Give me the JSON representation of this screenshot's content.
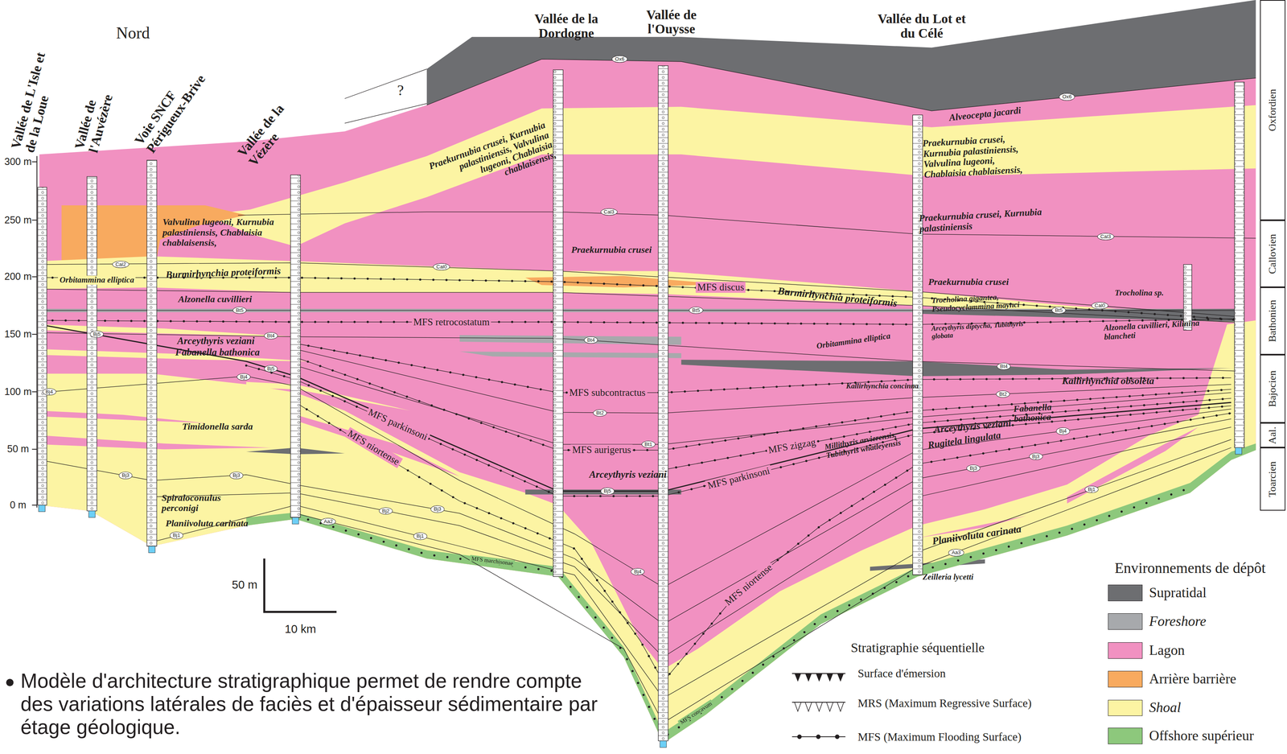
{
  "diagram": {
    "caption": "Modèle d'architecture stratigraphique permet de rendre compte des variations latérales de faciès et d'épaisseur sédimentaire par étage géologique.",
    "nodes": [
      {
        "text": [
          "Oxfordien"
        ]
      },
      {
        "text": [
          "Callovien"
        ]
      },
      {
        "text": [
          "Bathonien"
        ]
      },
      {
        "text": [
          "Bajocien"
        ]
      },
      {
        "text": [
          "Aal."
        ]
      },
      {
        "text": [
          "Toarcien"
        ]
      },
      {
        "text": [
          "Ox6"
        ]
      },
      {
        "text": [
          "Ox6"
        ]
      },
      {
        "text": [
          "Cal3"
        ]
      },
      {
        "text": [
          "Cal3"
        ]
      },
      {
        "text": [
          "Cal2"
        ]
      },
      {
        "text": [
          "Cal0"
        ]
      },
      {
        "text": [
          "Cal0"
        ]
      },
      {
        "text": [
          "Bt5"
        ]
      },
      {
        "text": [
          "Bt5"
        ]
      },
      {
        "text": [
          "Bt5"
        ]
      },
      {
        "text": [
          "Bt4"
        ]
      },
      {
        "text": [
          "Bt4"
        ]
      },
      {
        "text": [
          "Bt4"
        ]
      },
      {
        "text": [
          "Bj5"
        ]
      },
      {
        "text": [
          "Bj5"
        ]
      },
      {
        "text": [
          "Bj4"
        ]
      },
      {
        "text": [
          "Bj4"
        ]
      },
      {
        "text": [
          "Bt2"
        ]
      },
      {
        "text": [
          "Bt2"
        ]
      },
      {
        "text": [
          "Bt1"
        ]
      },
      {
        "text": [
          "Bj5"
        ]
      },
      {
        "text": [
          "Bj4"
        ]
      },
      {
        "text": [
          "Bj4"
        ]
      },
      {
        "text": [
          "Bj3"
        ]
      },
      {
        "text": [
          "Bj3"
        ]
      },
      {
        "text": [
          "Bj3"
        ]
      },
      {
        "text": [
          "Bj2"
        ]
      },
      {
        "text": [
          "Bj3"
        ]
      },
      {
        "text": [
          "Bj3"
        ]
      },
      {
        "text": [
          "Bj1"
        ]
      },
      {
        "text": [
          "Bj1"
        ]
      },
      {
        "text": [
          "Aa2"
        ]
      },
      {
        "text": [
          "Bj1"
        ]
      },
      {
        "text": [
          "Aa3"
        ]
      }
    ],
    "labels": [
      "Nord",
      "Vallée de L'Isle et de la Loue",
      "Vallée de l'Auvézère",
      "Voie SNCF Périgueux-Brive",
      "Vallée de la Vézère",
      "Vallée de la Dordogne",
      "Vallée de l'Ouysse",
      "Vallée du Lot et du Célé",
      "300 m",
      "250 m",
      "200 m",
      "150 m",
      "100 m",
      "50 m",
      "0 m",
      "?",
      "Praekurnubia crusei, Kurnubia palastiniensis, Valvulina lugeoni, Chablaisia chablaisensis,",
      "Alveocepta jacardi",
      "Praekurnubia crusei, Kurnubia palastiniensis, Valvulina lugeoni, Chablaisia chablaisensis,",
      "Valvulina lugeoni, Kurnubia palastiniensis, Chablaisia chablaisensis,",
      "Praekurnubia crusei, Kurnubia palastiniensis",
      "Praekurnubia crusei",
      "Burmirhynchia proteiformis",
      "Orbitammina elliptica",
      "Praekurnubia crusei",
      "MFS discus",
      "Burmirhynchia proteiformis",
      "Trocholina gigantea, Pseudocyclammina maynci",
      "Trocholina sp.",
      "Alzonella cuvillieri",
      "MFS retrocostatum",
      "Arceythyris diptycha, Tubithyris globata",
      "Alzonella cuvillieri, Kilinina blancheti",
      "Orbitammina elliptica",
      "Arceythyris veziani",
      "Fabanella bathonica",
      "MFS subcontractus",
      "Kallirhynchia concinna",
      "Kallirhynchia obsoleta",
      "Timidonella sarda",
      "MFS parkinsoni",
      "Fabanella bathonica",
      "MFS aurigerus",
      "MFS zigzag",
      "Millithyris arvierensis, Tubithyris whatleyensis",
      "Arceythyris veziani",
      "Rugitela lingulata",
      "MFS niortense",
      "Arceythyris veziani",
      "MFS parkinsoni",
      "Spiraloconulus perconigi",
      "Planiivoluta carinata",
      "MFS niortense",
      "Planiivoluta carinata",
      "Zeilleria lycetti",
      "MFS marchisonae",
      "MFS concavum",
      "50 m",
      "10 km",
      "Environnements de dépôt",
      "Stratigraphie séquentielle"
    ],
    "legend": [
      {
        "text": "Supratidal",
        "color": "#6d6e71"
      },
      {
        "text": "Foreshore",
        "color": "#a7a9ac"
      },
      {
        "text": "Lagon",
        "color": "#f191c1"
      },
      {
        "text": "Arrière barrière",
        "color": "#f8aa5f"
      },
      {
        "text": "Shoal",
        "color": "#fcf4a3"
      },
      {
        "text": "Offshore supérieur",
        "color": "#8dc87c"
      },
      {
        "text": "Surface d'émersion"
      },
      {
        "text": "MRS (Maximum Regressive Surface)"
      },
      {
        "text": "MFS (Maximum Flooding Surface)"
      }
    ]
  }
}
